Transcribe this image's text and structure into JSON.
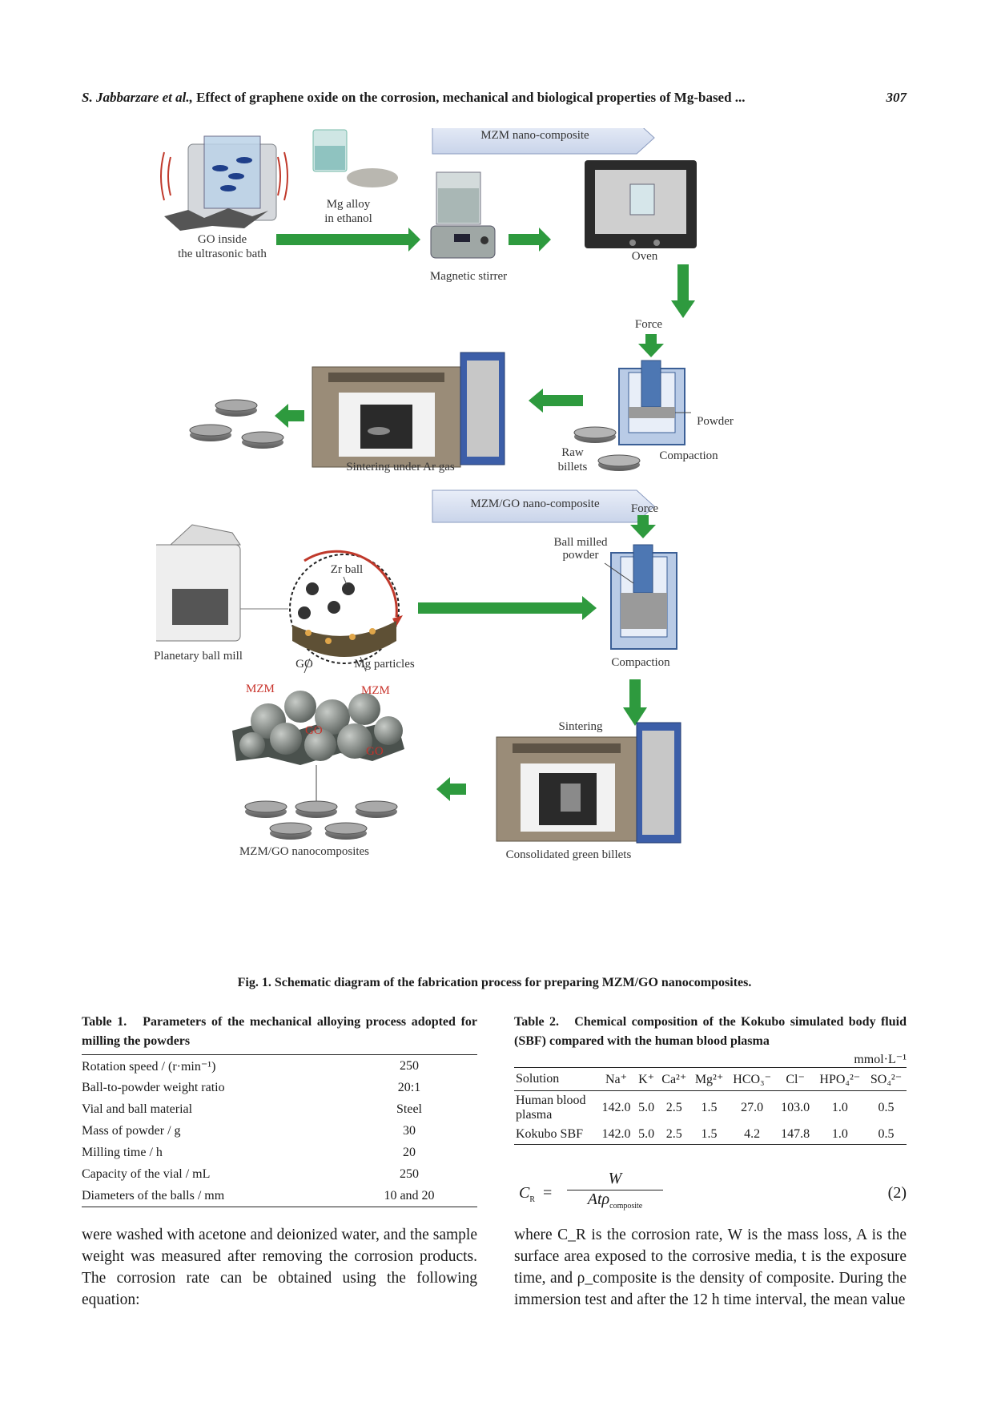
{
  "header": {
    "authors": "S. Jabbarzare et al.,",
    "title": "Effect of graphene oxide on the corrosion, mechanical and biological properties of Mg-based ...",
    "page": "307"
  },
  "figure": {
    "banner_top": "MZM nano-composite",
    "banner_mid": "MZM/GO nano-composite",
    "labels": {
      "mg_alloy": "Mg alloy",
      "in_ethanol": "in ethanol",
      "go_inside": "GO inside",
      "ultrasonic": "the ultrasonic bath",
      "magnetic_stirrer": "Magnetic stirrer",
      "oven": "Oven",
      "force1": "Force",
      "powder": "Powder",
      "compaction1": "Compaction",
      "raw": "Raw",
      "billets": "billets",
      "sintering_ar": "Sintering under Ar gas",
      "force2": "Force",
      "ball_milled": "Ball milled",
      "powder2": "powder",
      "zr_ball": "Zr ball",
      "planetary": "Planetary ball mill",
      "go": "GO",
      "mg_particles": "Mg particles",
      "compaction2": "Compaction",
      "mzm_a": "MZM",
      "mzm_b": "MZM",
      "go_a": "GO",
      "go_b": "GO",
      "sintering": "Sintering",
      "mzm_go_nano": "MZM/GO nanocomposites",
      "consolidated": "Consolidated green billets"
    },
    "caption": "Fig. 1.   Schematic diagram of the fabrication process for preparing MZM/GO nanocomposites."
  },
  "table1": {
    "label": "Table 1.",
    "caption": "Parameters of the mechanical alloying process adopted for milling the powders",
    "rows": [
      {
        "param": "Rotation speed / (r·min⁻¹)",
        "value": "250"
      },
      {
        "param": "Ball-to-powder weight ratio",
        "value": "20:1"
      },
      {
        "param": "Vial and ball material",
        "value": "Steel"
      },
      {
        "param": "Mass of powder / g",
        "value": "30"
      },
      {
        "param": "Milling time / h",
        "value": "20"
      },
      {
        "param": "Capacity of the vial / mL",
        "value": "250"
      },
      {
        "param": "Diameters of the balls / mm",
        "value": "10 and 20"
      }
    ]
  },
  "table2": {
    "label": "Table 2.",
    "caption": "Chemical composition of the Kokubo simulated body fluid (SBF) compared with the human blood plasma",
    "unit": "mmol·L⁻¹",
    "headers": [
      "Solution",
      "Na⁺",
      "K⁺",
      "Ca²⁺",
      "Mg²⁺",
      "HCO₃⁻",
      "Cl⁻",
      "HPO₄²⁻",
      "SO₄²⁻"
    ],
    "rows": [
      [
        "Human blood plasma",
        "142.0",
        "5.0",
        "2.5",
        "1.5",
        "27.0",
        "103.0",
        "1.0",
        "0.5"
      ],
      [
        "Kokubo SBF",
        "142.0",
        "5.0",
        "2.5",
        "1.5",
        "4.2",
        "147.8",
        "1.0",
        "0.5"
      ]
    ]
  },
  "equation": {
    "lhs": "C",
    "lhs_sub": "R",
    "numerator": "W",
    "denominator": "Atρ",
    "denominator_sub": "composite",
    "number": "(2)"
  },
  "text": {
    "left": "were washed with acetone and deionized water, and the sample weight was measured after removing the corrosion products. The corrosion rate can be obtained using the following equation:",
    "right": "where C_R is the corrosion rate, W is the mass loss, A is the surface area exposed to the corrosive media, t is the exposure time, and ρ_composite is the density of composite. During the immersion test and after the 12 h time interval, the mean value"
  }
}
